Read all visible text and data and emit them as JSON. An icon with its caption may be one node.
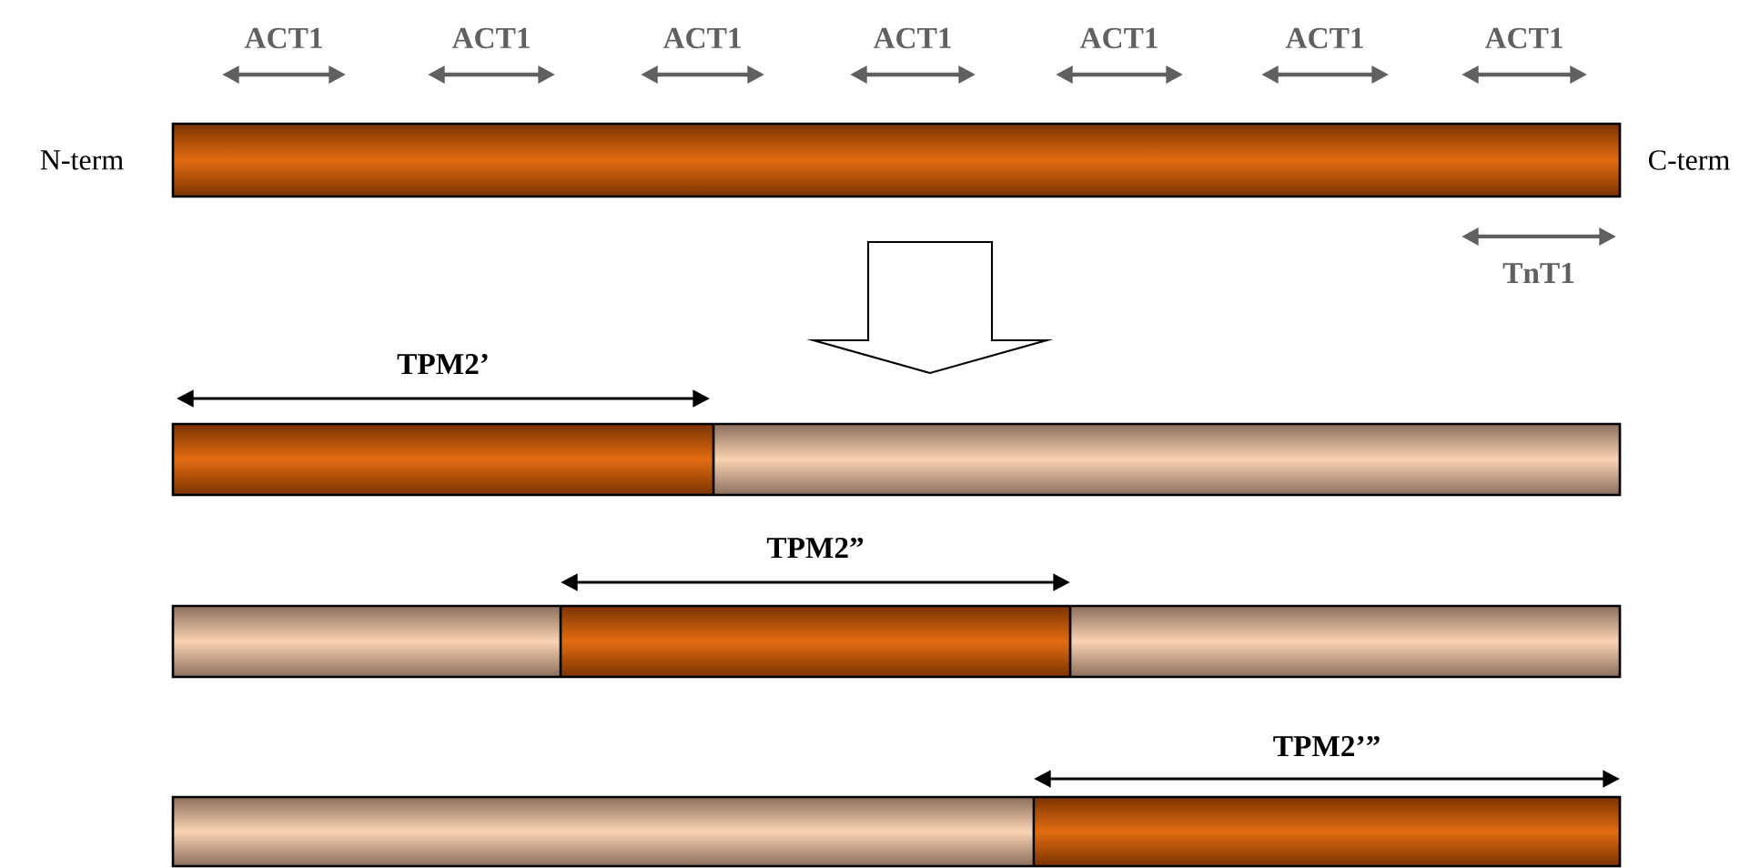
{
  "diagram": {
    "nodes": [
      {
        "text": [],
        "shape": "bar"
      },
      {
        "text": [],
        "shape": "bar"
      },
      {
        "text": [],
        "shape": "bar"
      },
      {
        "text": [],
        "shape": "bar"
      }
    ],
    "edges": [
      {
        "from": 0,
        "to": 1,
        "arrow": "to"
      }
    ],
    "labels": [
      "ACT1",
      "ACT1",
      "ACT1",
      "ACT1",
      "ACT1",
      "ACT1",
      "ACT1",
      "N-term",
      "C-term",
      "TnT1",
      "TPM2’",
      "TPM2”",
      "TPM2’”"
    ]
  }
}
